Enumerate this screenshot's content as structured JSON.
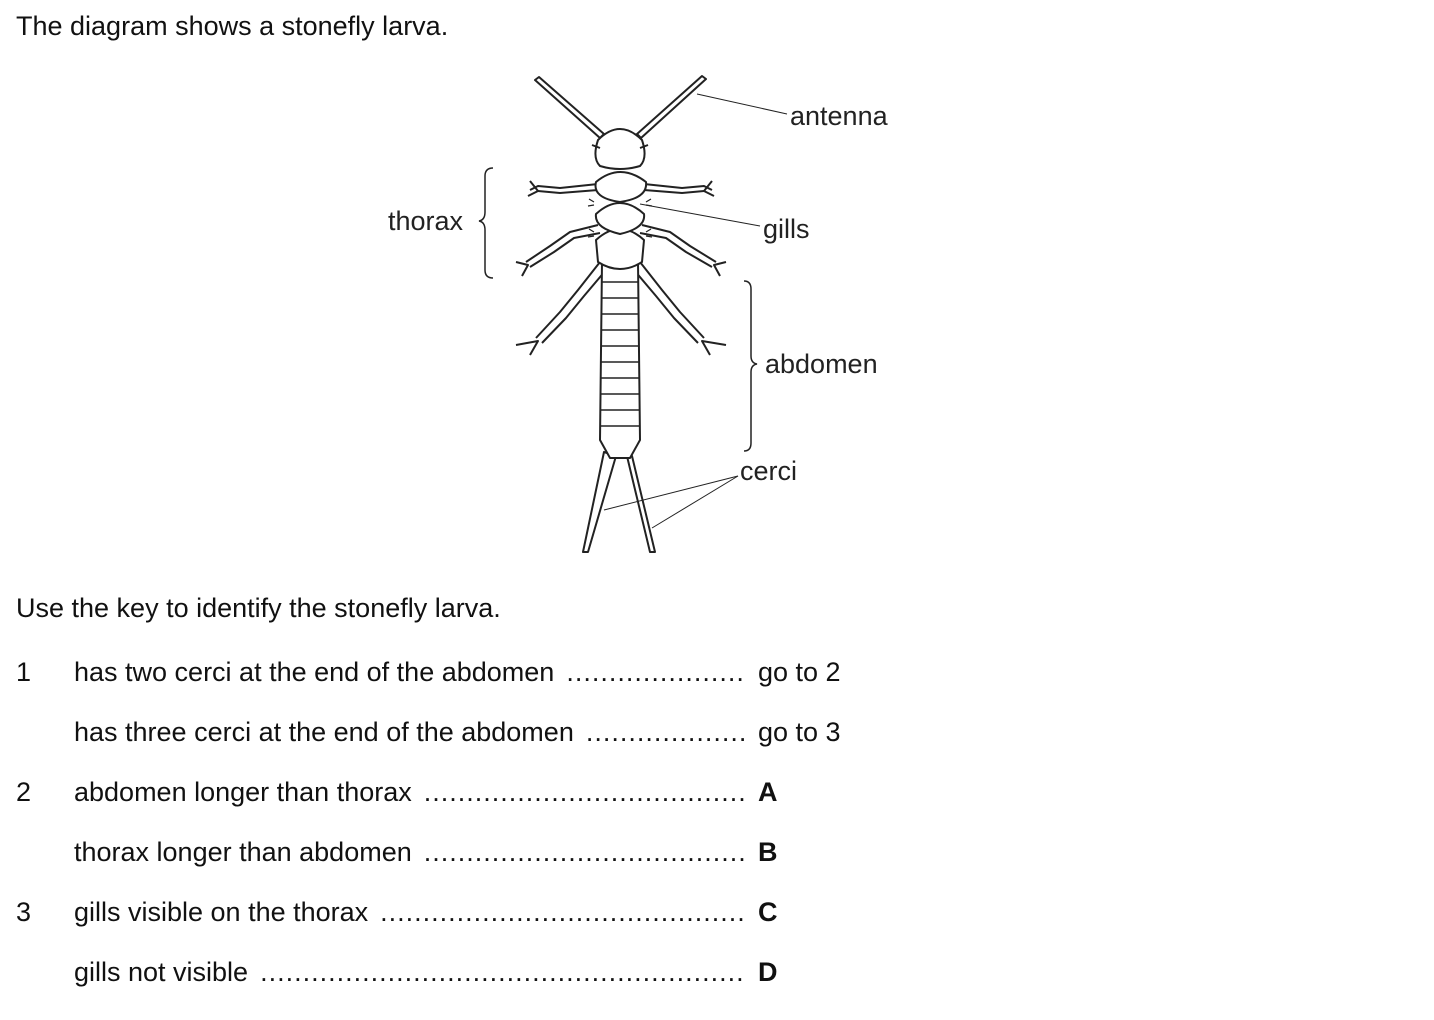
{
  "question": {
    "intro": "The diagram shows a stonefly larva.",
    "instruction": "Use the key to identify the stonefly larva."
  },
  "diagram": {
    "labels": {
      "antenna": "antenna",
      "thorax": "thorax",
      "gills": "gills",
      "abdomen": "abdomen",
      "cerci": "cerci"
    }
  },
  "key": {
    "rows": [
      {
        "num": "1",
        "desc": "has two cerci at the end of the abdomen",
        "result": "go to 2",
        "result_bold": false
      },
      {
        "num": "",
        "desc": "has three cerci at the end of the abdomen",
        "result": "go to 3",
        "result_bold": false
      },
      {
        "num": "2",
        "desc": "abdomen longer than thorax",
        "result": "A",
        "result_bold": true
      },
      {
        "num": "",
        "desc": "thorax longer than abdomen",
        "result": "B",
        "result_bold": true
      },
      {
        "num": "3",
        "desc": "gills visible on the thorax",
        "result": "C",
        "result_bold": true
      },
      {
        "num": "",
        "desc": "gills not visible",
        "result": "D",
        "result_bold": true
      }
    ]
  }
}
